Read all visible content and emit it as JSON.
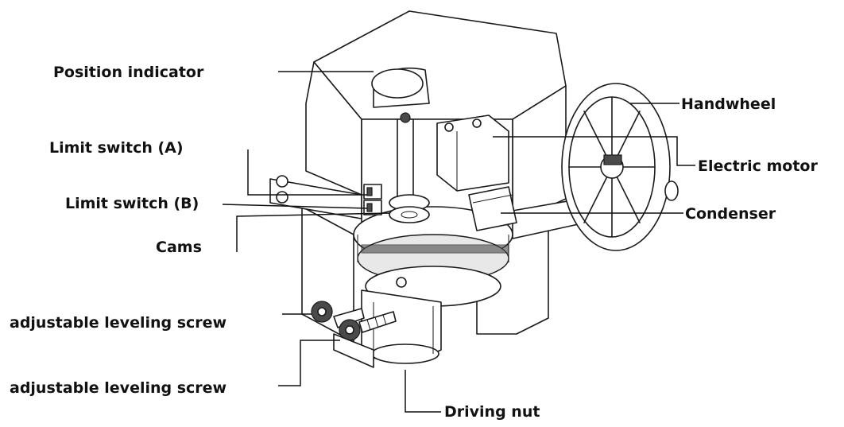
{
  "labels": {
    "position_indicator": "Position indicator",
    "limit_switch_a": "Limit switch (A)",
    "limit_switch_b": "Limit switch (B)",
    "cams": "Cams",
    "adjustable_leveling_screw_1": "adjustable leveling screw",
    "adjustable_leveling_screw_2": "adjustable leveling screw",
    "handwheel": "Handwheel",
    "electric_motor": "Electric motor",
    "condenser": "Condenser",
    "driving_nut": "Driving nut"
  }
}
